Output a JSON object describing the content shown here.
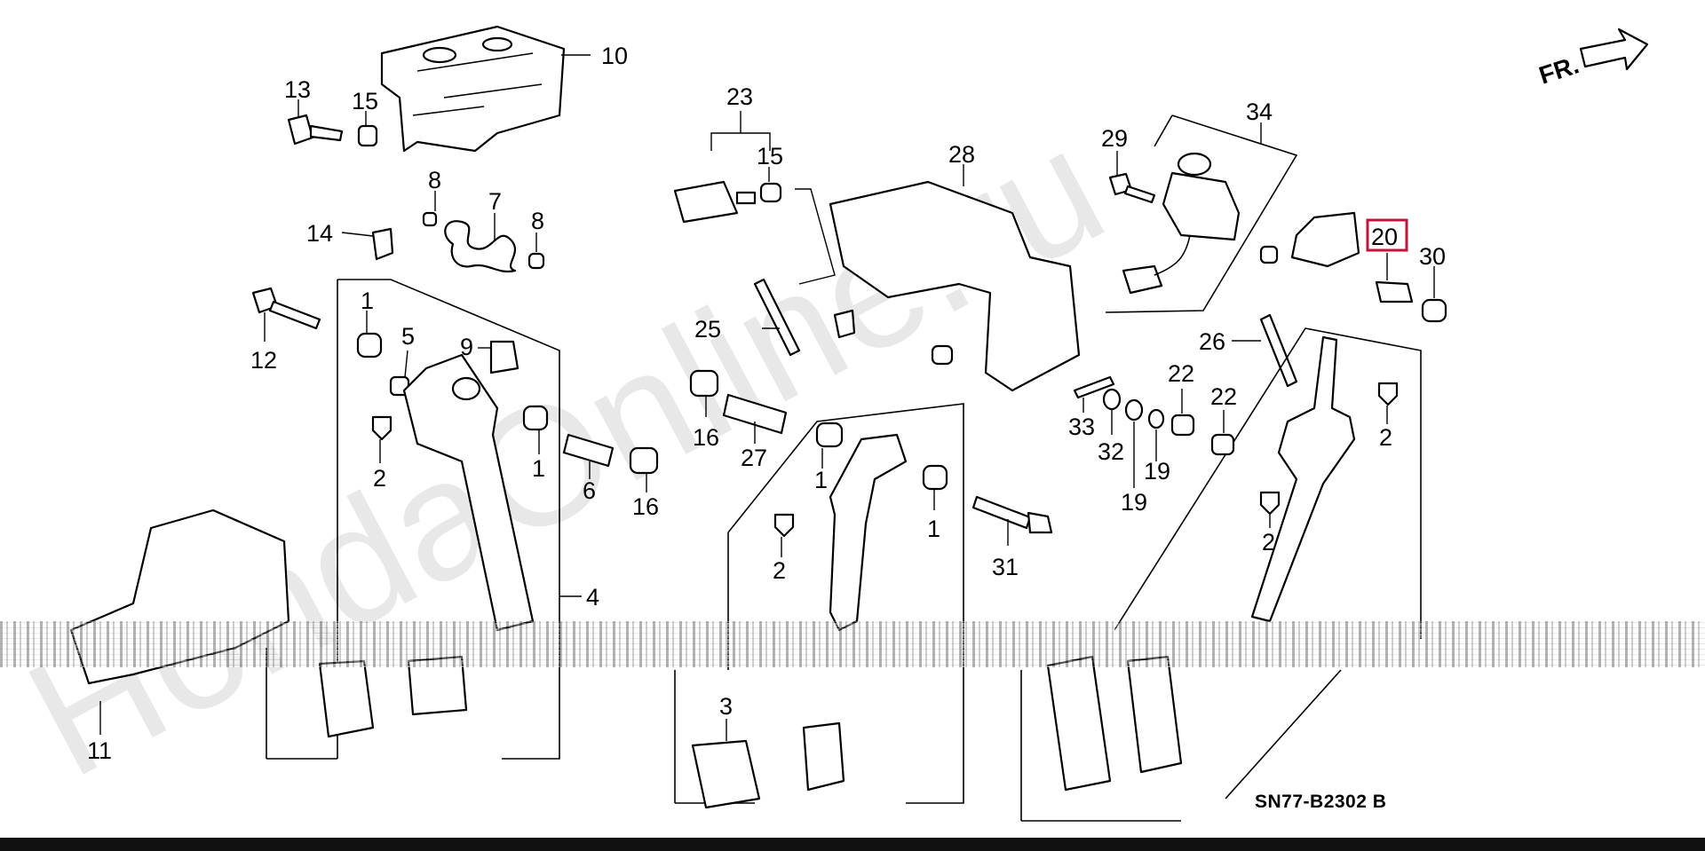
{
  "watermark": "HondaOnline.ru",
  "direction_label": "FR.",
  "diagram_code": "SN77-B2302 B",
  "highlight_color": "#c0143c",
  "callouts": {
    "c10": "10",
    "c13": "13",
    "c15a": "15",
    "c8a": "8",
    "c7": "7",
    "c8b": "8",
    "c14": "14",
    "c12": "12",
    "c1a": "1",
    "c5": "5",
    "c9": "9",
    "c2a": "2",
    "c1b": "1",
    "c4": "4",
    "c11": "11",
    "c23": "23",
    "c15b": "15",
    "c25": "25",
    "c16a": "16",
    "c27": "27",
    "c6": "6",
    "c16b": "16",
    "c1c": "1",
    "c2b": "2",
    "c1d": "1",
    "c3": "3",
    "c28": "28",
    "c31": "31",
    "c29": "29",
    "c34": "34",
    "c20": "20",
    "c30": "30",
    "c26": "26",
    "c22a": "22",
    "c22b": "22",
    "c33": "33",
    "c32": "32",
    "c19a": "19",
    "c19b": "19",
    "c2c": "2",
    "c2d": "2"
  }
}
